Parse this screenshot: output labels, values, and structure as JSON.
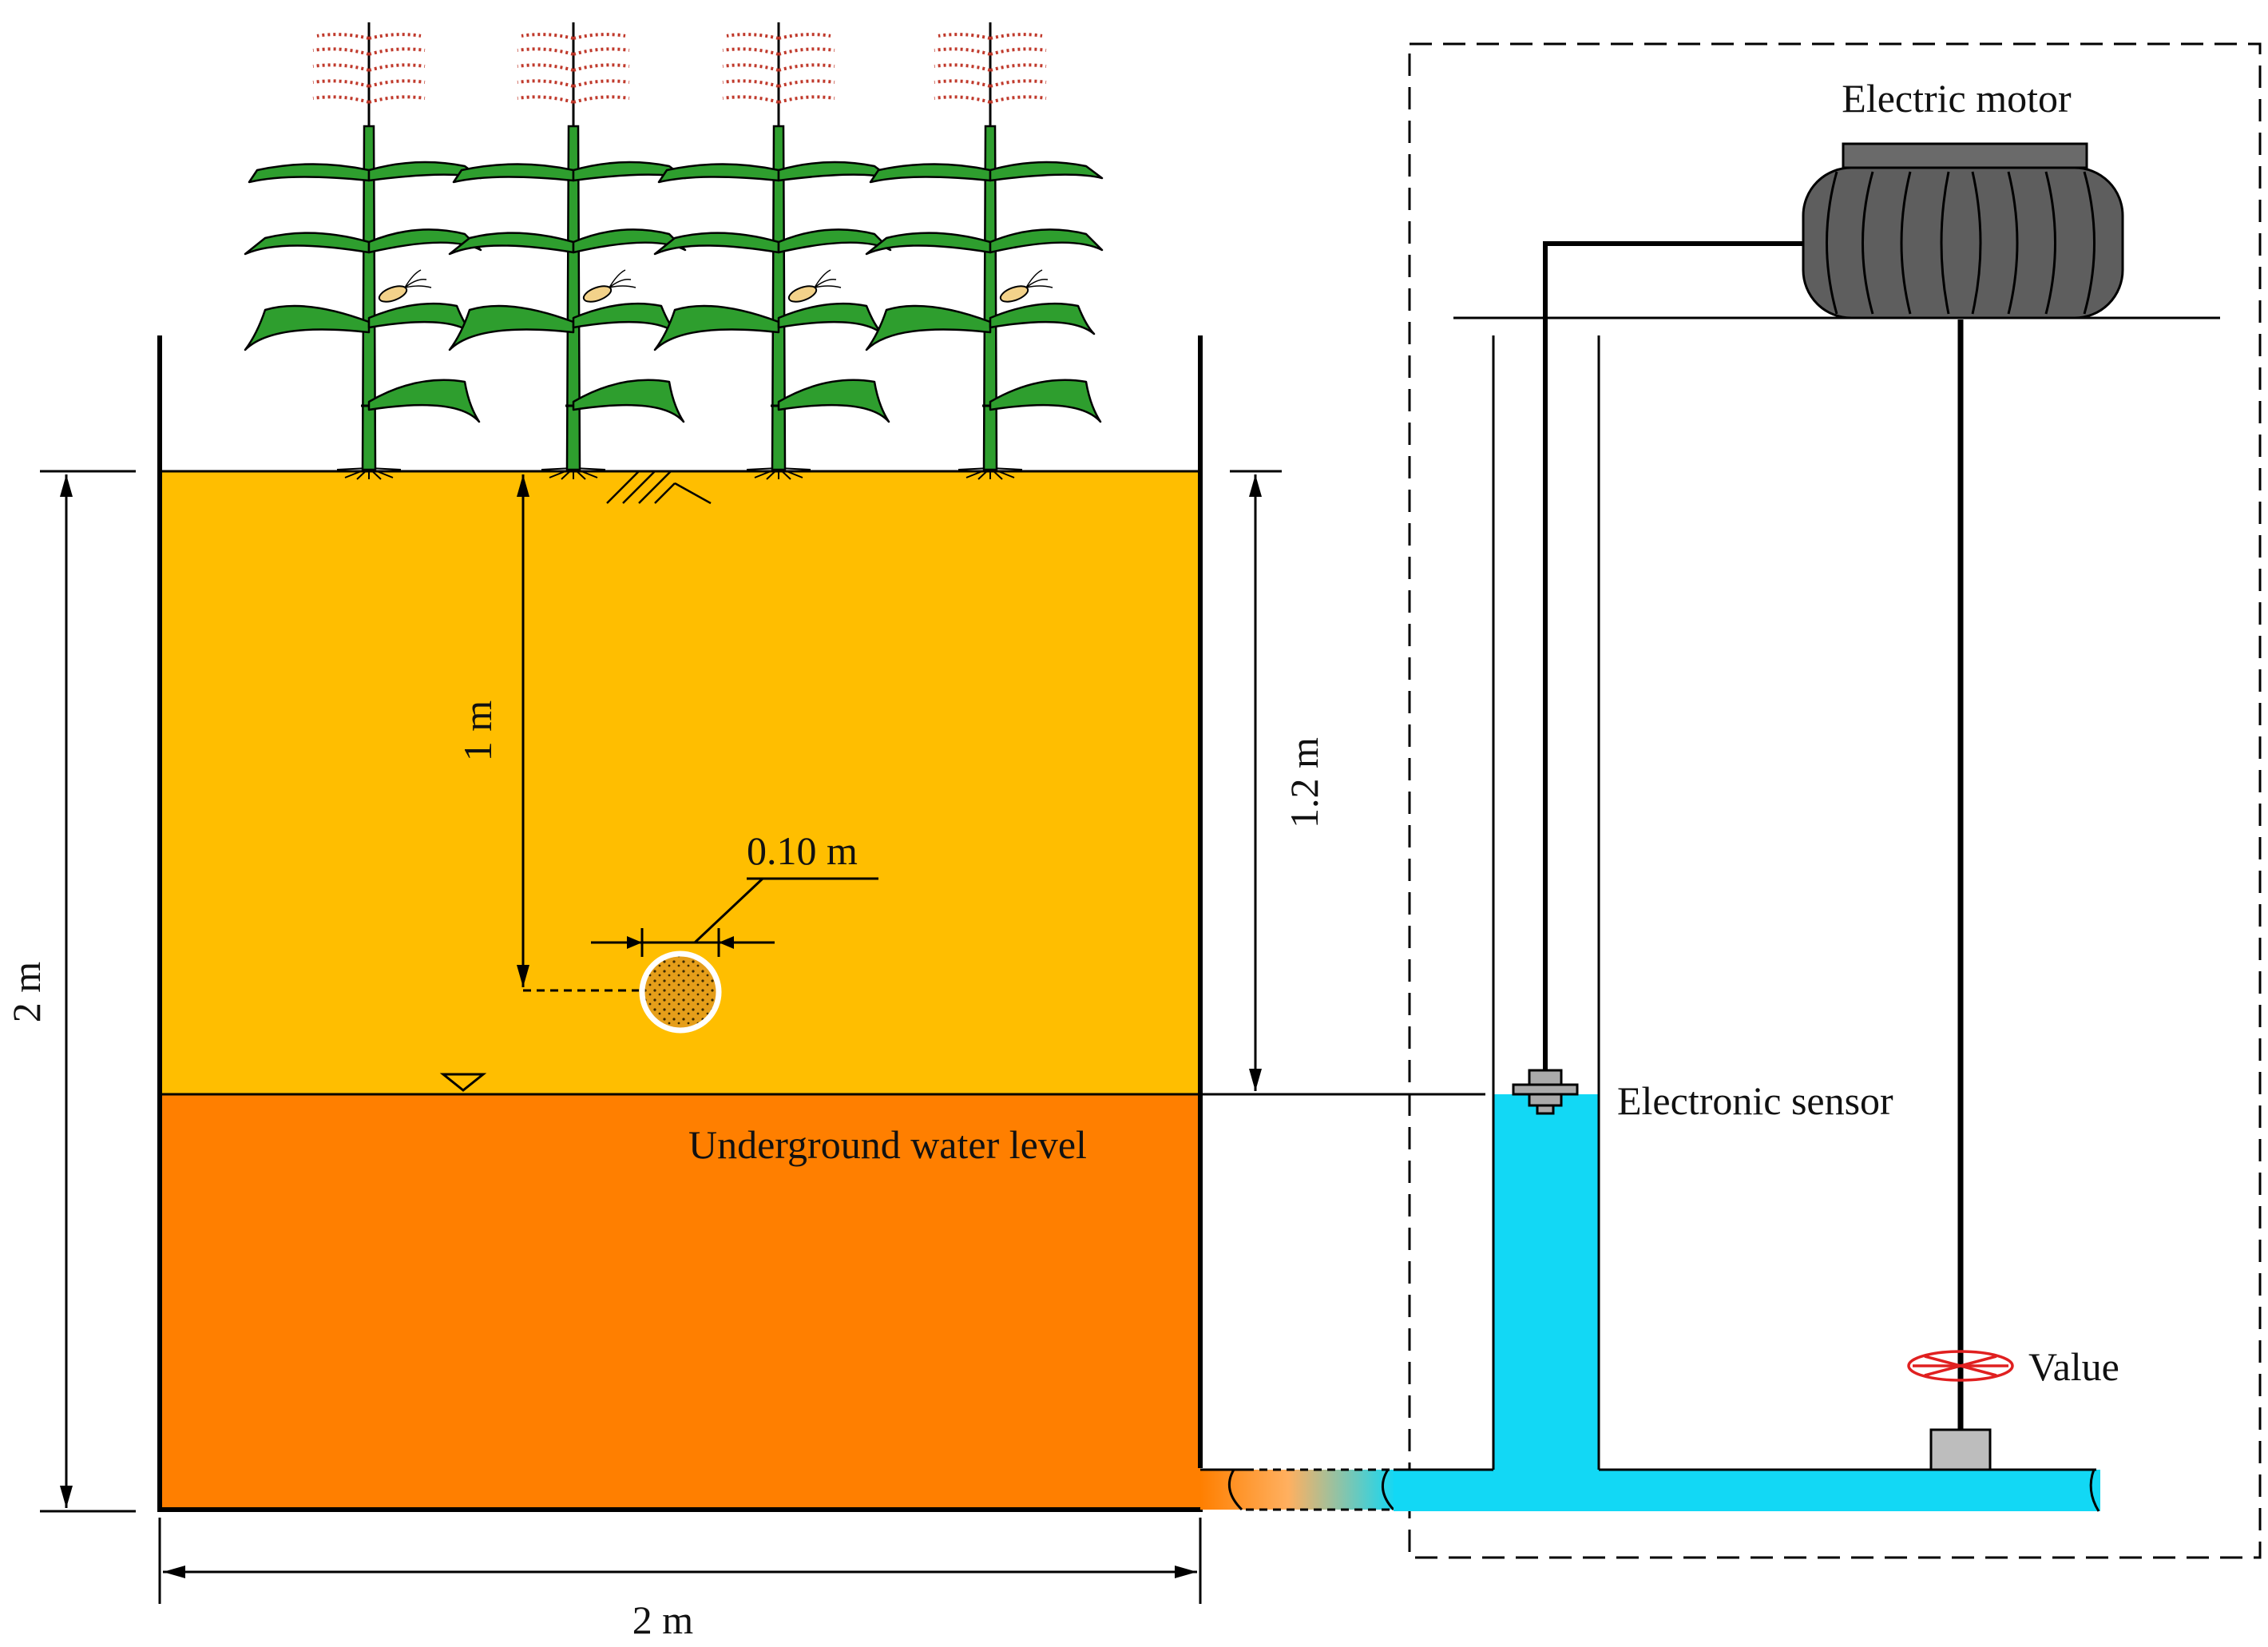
{
  "labels": {
    "electric_motor": "Electric motor",
    "electronic_sensor": "Electronic sensor",
    "valve": "Value",
    "water_level": "Underground water level"
  },
  "dimensions": {
    "width": "2 m",
    "height": "2 m",
    "pipe_depth": "1 m",
    "water_table_depth": "1.2 m",
    "pipe_diameter": "0.10 m"
  },
  "colors": {
    "unsaturated_soil": "#FFBE00",
    "saturated_soil": "#FF7F00",
    "water": "#12D8F5",
    "plant_leaf": "#2E9E2E",
    "tassel": "#C0392B",
    "motor_body": "#5E5E5E",
    "valve": "#E02020",
    "pipe_fill": "#E59E1A"
  },
  "plants": {
    "count": 4,
    "icon": "corn-plant-icon"
  }
}
